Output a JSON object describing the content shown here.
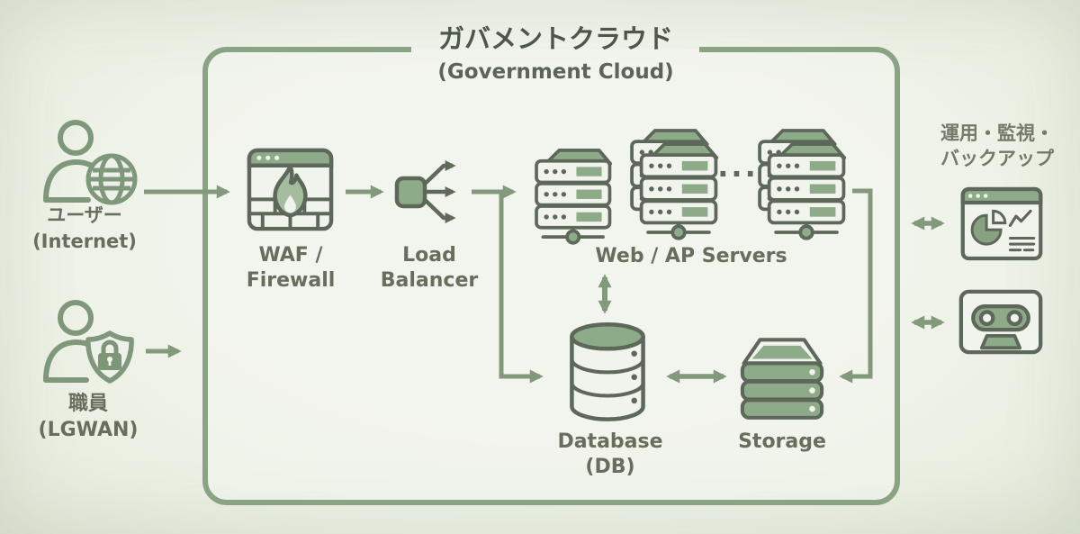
{
  "palette": {
    "background": "#eef1e9",
    "cloud_border_green": "#8aa384",
    "arrow_green": "#82997c",
    "icon_outline_dark": "#5d685a",
    "icon_fill_green": "#8dab88",
    "icon_fill_light": "#f1f4ec",
    "label_text": "#666e5e",
    "title_text": "#4c564a"
  },
  "title": {
    "jp": "ガバメントクラウド",
    "en": "(Government Cloud)"
  },
  "actors": {
    "internet_user": {
      "name_jp": "ユーザー",
      "name_en": "(Internet)"
    },
    "lgwan_staff": {
      "name_jp": "職員",
      "name_en": "(LGWAN)"
    }
  },
  "cloud": {
    "waf": {
      "line1": "WAF /",
      "line2": "Firewall"
    },
    "load_balancer": {
      "line1": "Load",
      "line2": "Balancer"
    },
    "web_ap_servers": {
      "label": "Web / AP Servers",
      "ellipsis": "..."
    },
    "database": {
      "line1": "Database",
      "line2": "(DB)"
    },
    "storage": {
      "label": "Storage"
    }
  },
  "operations": {
    "line1": "運用・監視・",
    "line2": "バックアップ"
  },
  "icons": [
    "user-globe-icon",
    "user-shield-lock-icon",
    "firewall-flame-icon",
    "load-balancer-icon",
    "server-rack-icon",
    "database-cylinder-icon",
    "storage-disks-icon",
    "monitoring-dashboard-icon",
    "backup-tape-icon"
  ]
}
